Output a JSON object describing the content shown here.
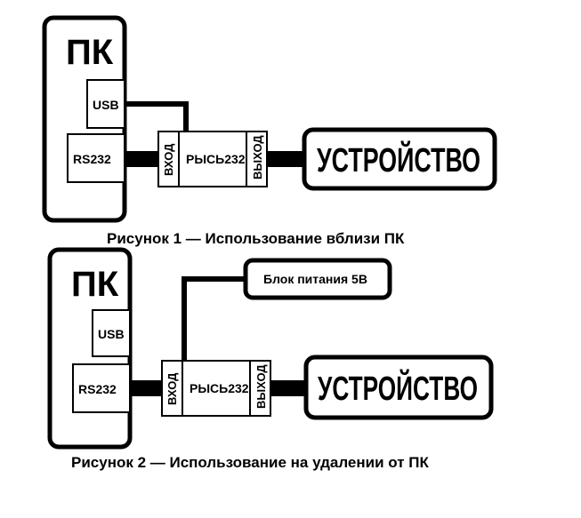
{
  "figure1": {
    "pc_label": "ПК",
    "usb_label": "USB",
    "rs232_label": "RS232",
    "input_label": "ВХОД",
    "adapter_label": "РЫСЬ232",
    "output_label": "ВЫХОД",
    "device_label": "УСТРОЙСТВО",
    "caption": "Рисунок 1 — Использование вблизи ПК"
  },
  "figure2": {
    "pc_label": "ПК",
    "usb_label": "USB",
    "rs232_label": "RS232",
    "input_label": "ВХОД",
    "adapter_label": "РЫСЬ232",
    "output_label": "ВЫХОД",
    "device_label": "УСТРОЙСТВО",
    "power_label": "Блок питания 5В",
    "caption": "Рисунок 2 — Использование на удалении от ПК"
  }
}
